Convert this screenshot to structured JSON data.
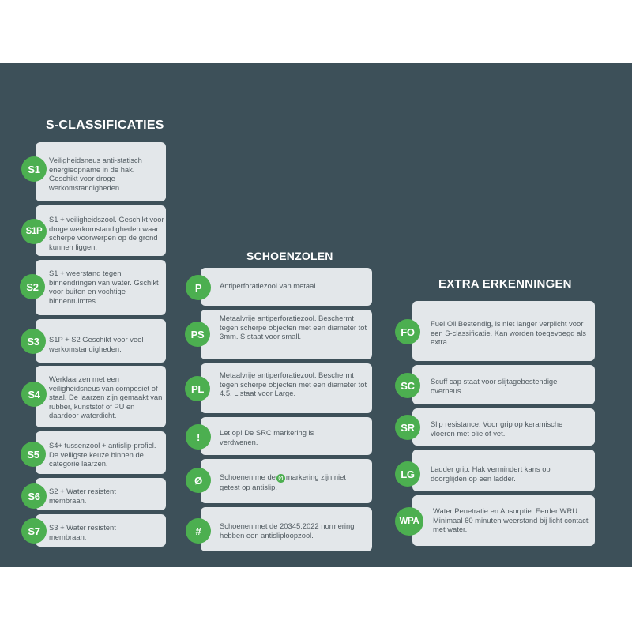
{
  "headings": {
    "s_classificaties": "S-CLASSIFICATIES",
    "schoenzolen": "SCHOENZOLEN",
    "extra_erkenningen": "EXTRA ERKENNINGEN"
  },
  "s_classificaties": [
    {
      "badge": "S1",
      "text": "Veiligheidsneus anti-statisch energieopname in de hak. Geschikt voor droge werkomstandigheden."
    },
    {
      "badge": "S1P",
      "text": "S1 + veiligheidszool. Geschikt voor droge werkomstandigheden waar scherpe voorwerpen op de grond kunnen liggen."
    },
    {
      "badge": "S2",
      "text": " S1 + weerstand tegen binnendringen van water. Gschikt voor buiten en vochtige binnenruimtes."
    },
    {
      "badge": "S3",
      "text": " S1P + S2 Geschikt voor veel werkomstandigheden."
    },
    {
      "badge": "S4",
      "text": "Werklaarzen met een veiligheidsneus van composiet of staal. De laarzen zijn gemaakt van rubber, kunststof of PU en daardoor waterdicht."
    },
    {
      "badge": "S5",
      "text": "S4+ tussenzool + antislip-profiel. De veiligste keuze binnen de categorie laarzen."
    },
    {
      "badge": "S6",
      "text": "S2 + Water resistent membraan."
    },
    {
      "badge": "S7",
      "text": "S3 + Water resistent membraan."
    }
  ],
  "schoenzolen": [
    {
      "badge": "P",
      "text": "Antiperforatiezool van metaal."
    },
    {
      "badge": "PS",
      "text": "Metaalvrije antiperforatiezool. Beschermt tegen scherpe objecten met een diameter tot 3mm. S staat voor small."
    },
    {
      "badge": "PL",
      "text": "Metaalvrije antiperforatiezool. Beschermt tegen scherpe objecten met een diameter tot 4.5. L staat voor Large."
    },
    {
      "badge": "!",
      "text": "Let op! De SRC markering is verdwenen."
    },
    {
      "badge": "Ø",
      "text_before": "Schoenen me de",
      "inline_icon": "Ø",
      "text_after": "markering zijn niet getest op antislip."
    },
    {
      "badge": "#",
      "text": "Schoenen met de 20345:2022 normering hebben een antisliploopzool."
    }
  ],
  "extra_erkenningen": [
    {
      "badge": "FO",
      "text": "Fuel Oil Bestendig, is niet langer verplicht voor een S-classificatie. Kan worden toegevoegd als extra."
    },
    {
      "badge": "SC",
      "text": "Scuff cap staat voor slijtagebestendige overneus."
    },
    {
      "badge": "SR",
      "text": "Slip resistance. Voor grip op keramische vloeren  met olie of vet."
    },
    {
      "badge": "LG",
      "text": "Ladder grip. Hak vermindert kans op doorglijden op een ladder."
    },
    {
      "badge": "WPA",
      "text": "Water Penetratie en Absorptie. Eerder WRU. Minimaal 60 minuten weerstand bij licht contact met water."
    }
  ],
  "colors": {
    "panel": "#3d5059",
    "card": "#e3e7ea",
    "badge": "#4caf50",
    "heading": "#ffffff",
    "text": "#505a60"
  }
}
